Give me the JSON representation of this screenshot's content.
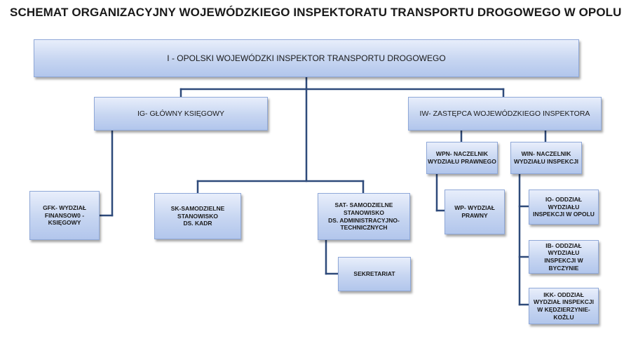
{
  "title": "SCHEMAT ORGANIZACYJNY WOJEWÓDZKIEGO INSPEKTORATU TRANSPORTU DROGOWEGO W OPOLU",
  "boxes": {
    "inspector": "I  - OPOLSKI WOJEWÓDZKI INSPEKTOR TRANSPORTU DROGOWEGO",
    "ig": "IG- GŁÓWNY KSIĘGOWY",
    "iw": "IW- ZASTĘPCA WOJEWÓDZKIEGO INSPEKTORA",
    "gfk": "GFK- WYDZIAŁ\nFINANSOW0 -\nKSIĘGOWY",
    "sk": "SK-SAMODZIELNE\nSTANOWISKO\nDS.  KADR",
    "sat": "SAT- SAMODZIELNE\nSTANOWISKO\nDS. ADMINISTRACYJNO-\nTECHNICZNYCH",
    "sekretariat": "SEKRETARIAT",
    "wpn": "WPN- NACZELNIK\nWYDZIAŁU PRAWNEGO",
    "wp": "WP- WYDZIAŁ\nPRAWNY",
    "win": "WIN- NACZELNIK\nWYDZIAŁU INSPEKCJI",
    "io": "IO- ODDZIAŁ WYDZIAŁU\nINSPEKCJI W OPOLU",
    "ib": "IB- ODDZIAŁ WYDZIAŁU\nINSPEKCJI W BYCZYNIE",
    "ikk": "IKK- ODDZIAŁ\nWYDZIAŁ INSPEKCJI\nW KĘDZIERZYNIE-\nKOŹLU"
  },
  "colors": {
    "box_top": "#e8eefb",
    "box_bottom": "#b2c6ec",
    "box_border": "#8fa8d8",
    "connector": "#2e4a7a"
  }
}
